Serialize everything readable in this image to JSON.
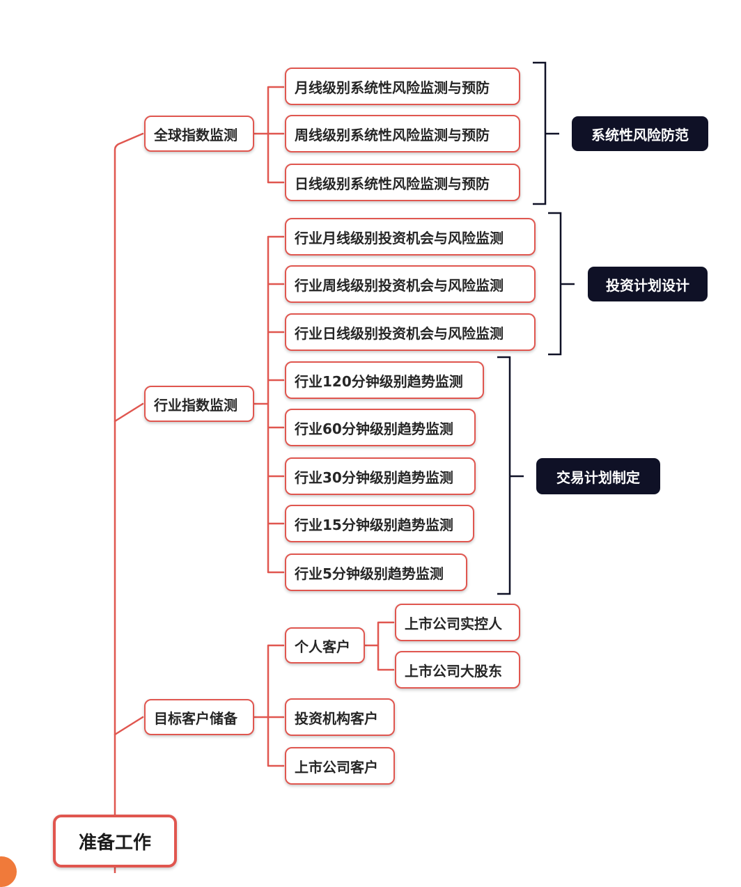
{
  "root": "准备工作",
  "categories": {
    "global": "全球指数监测",
    "industry": "行业指数监测",
    "clients": "目标客户储备"
  },
  "global_items": [
    "月线级别系统性风险监测与预防",
    "周线级别系统性风险监测与预防",
    "日线级别系统性风险监测与预防"
  ],
  "industry_items": [
    "行业月线级别投资机会与风险监测",
    "行业周线级别投资机会与风险监测",
    "行业日线级别投资机会与风险监测"
  ],
  "trend_items": [
    "行业120分钟级别趋势监测",
    "行业60分钟级别趋势监测",
    "行业30分钟级别趋势监测",
    "行业15分钟级别趋势监测",
    "行业5分钟级别趋势监测"
  ],
  "client_items": {
    "personal": "个人客户",
    "personal_sub": [
      "上市公司实控人",
      "上市公司大股东"
    ],
    "institution": "投资机构客户",
    "listed": "上市公司客户"
  },
  "tags": {
    "risk": "系统性风险防范",
    "invest": "投资计划设计",
    "trade": "交易计划制定"
  },
  "colors": {
    "line": "#e0564f",
    "bracket": "#0f1126",
    "tag_bg": "#0f1126",
    "accent": "#f07a3a"
  }
}
